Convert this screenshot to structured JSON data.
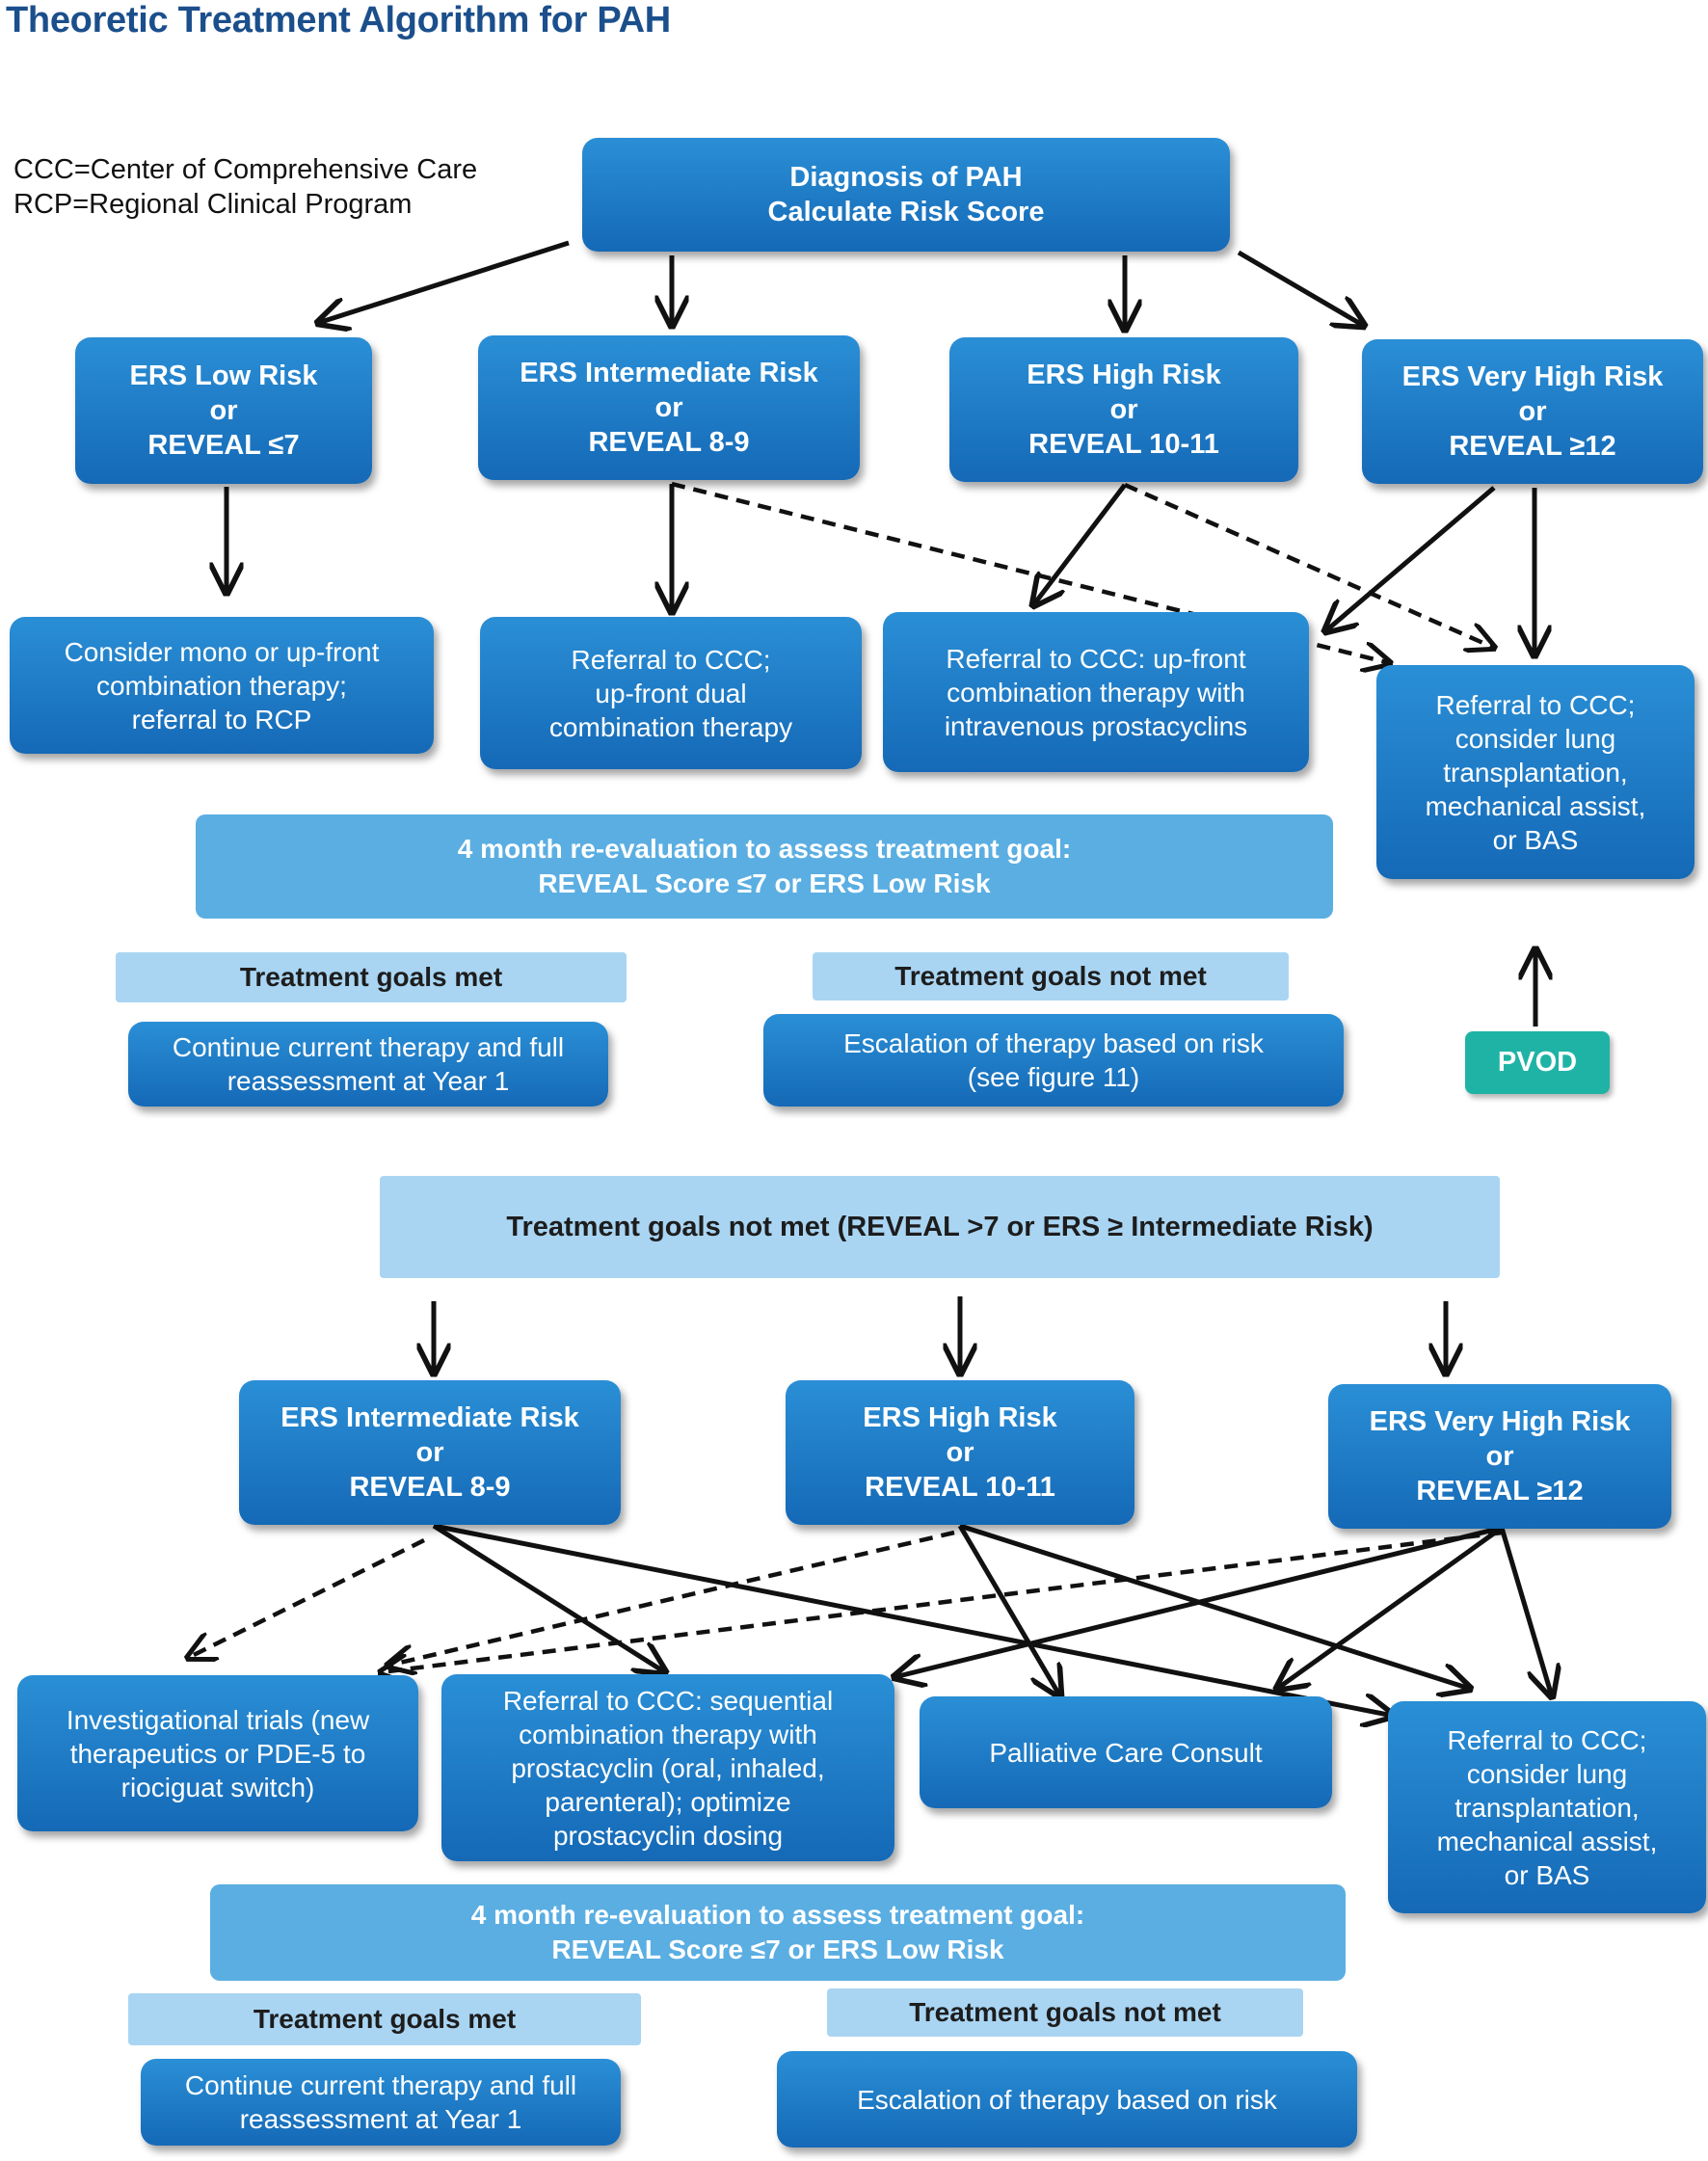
{
  "title": "Theoretic Treatment Algorithm for PAH",
  "legend": {
    "line1": "CCC=Center of Comprehensive Care",
    "line2": "RCP=Regional Clinical Program"
  },
  "part1": {
    "diagnosis": "Diagnosis of PAH\nCalculate Risk Score",
    "risk_low": "ERS Low Risk\nor\nREVEAL ≤7",
    "risk_intermediate": "ERS Intermediate Risk\nor\nREVEAL 8-9",
    "risk_high": "ERS High Risk\nor\nREVEAL 10-11",
    "risk_very_high": "ERS Very High Risk\nor\nREVEAL ≥12",
    "action_low": "Consider mono or up-front\ncombination therapy;\nreferral to RCP",
    "action_intermediate": "Referral to CCC;\nup-front dual\ncombination therapy",
    "action_high": "Referral to CCC: up-front\ncombination therapy with\nintravenous prostacyclins",
    "action_very_high": "Referral to CCC;\nconsider lung\ntransplantation,\nmechanical assist,\nor BAS",
    "reevaluation": "4 month re-evaluation to assess treatment goal:\nREVEAL Score ≤7 or ERS Low Risk",
    "goals_met": "Treatment goals met",
    "goals_not_met": "Treatment goals not met",
    "continue_therapy": "Continue current therapy and full\nreassessment at Year 1",
    "escalation": "Escalation of therapy based on risk\n(see figure 11)",
    "pvod": "PVOD"
  },
  "part2": {
    "header": "Treatment goals not met (REVEAL >7 or ERS ≥ Intermediate Risk)",
    "risk_intermediate": "ERS Intermediate Risk\nor\nREVEAL 8-9",
    "risk_high": "ERS High Risk\nor\nREVEAL 10-11",
    "risk_very_high": "ERS Very High Risk\nor\nREVEAL ≥12",
    "investigational": "Investigational trials (new\ntherapeutics or PDE-5 to\nriociguat switch)",
    "sequential": "Referral to CCC: sequential\ncombination therapy with\nprostacyclin (oral, inhaled,\nparenteral); optimize\nprostacyclin dosing",
    "palliative": "Palliative Care Consult",
    "referral_transplant": "Referral to CCC;\nconsider lung\ntransplantation,\nmechanical assist,\nor BAS",
    "reevaluation": "4 month re-evaluation to assess treatment goal:\nREVEAL Score ≤7 or ERS Low Risk",
    "goals_met": "Treatment goals met",
    "goals_not_met": "Treatment goals not met",
    "continue_therapy": "Continue current therapy and full\nreassessment at Year 1",
    "escalation": "Escalation of therapy based on risk"
  }
}
